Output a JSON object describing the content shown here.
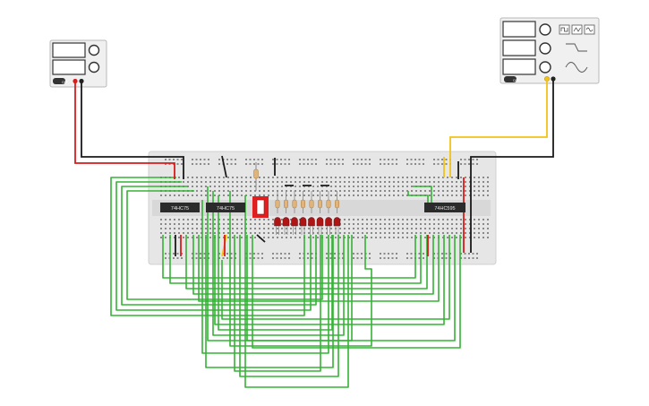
{
  "ics": [
    {
      "id": "ic1",
      "label": "74HC75"
    },
    {
      "id": "ic2",
      "label": "74HC75"
    },
    {
      "id": "ic3",
      "label": "74HC595"
    }
  ],
  "power_supply": {
    "buttons": [
      "OFF"
    ]
  },
  "function_generator": {
    "buttons": [
      "OFF"
    ]
  },
  "colors": {
    "breadboard": "#e6e6e6",
    "wire_green": "#35b335",
    "wire_red": "#d81b1b",
    "wire_black": "#1a1a1a",
    "wire_yellow": "#f2c318",
    "led": "#b01515",
    "dip_switch": "#e02020"
  }
}
